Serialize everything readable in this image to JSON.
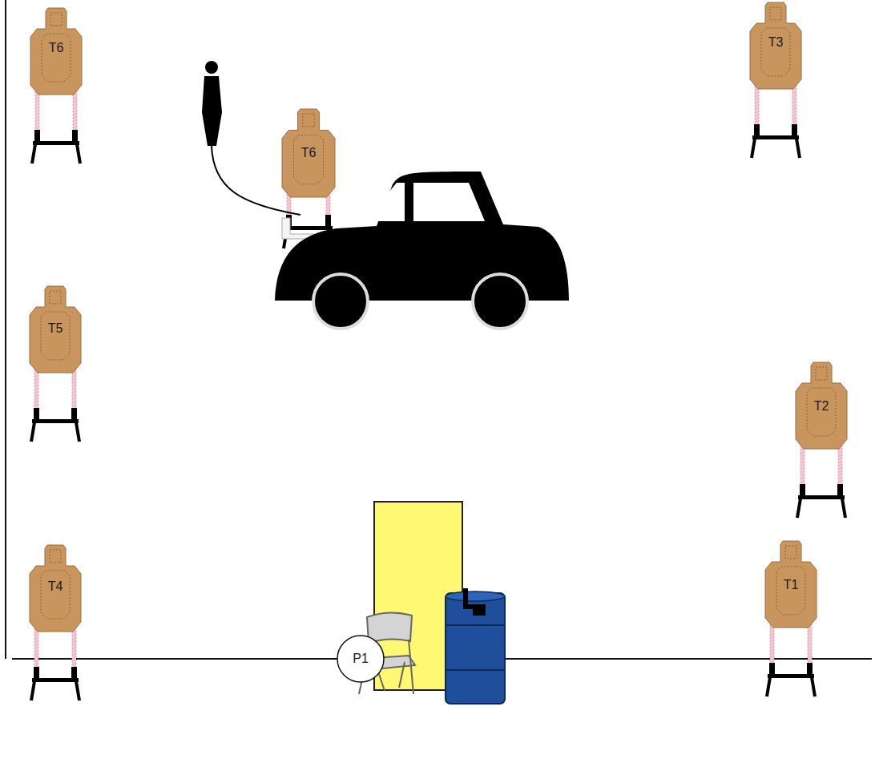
{
  "diagram": {
    "nodes": [
      {
        "text": [
          "T6"
        ]
      },
      {
        "text": [
          "T3"
        ]
      },
      {
        "text": [
          "T6"
        ]
      },
      {
        "text": [
          "T5"
        ]
      },
      {
        "text": [
          "T2"
        ]
      },
      {
        "text": [
          "T4"
        ]
      },
      {
        "text": [
          "T1"
        ]
      },
      {
        "text": [
          "P1"
        ]
      }
    ]
  }
}
